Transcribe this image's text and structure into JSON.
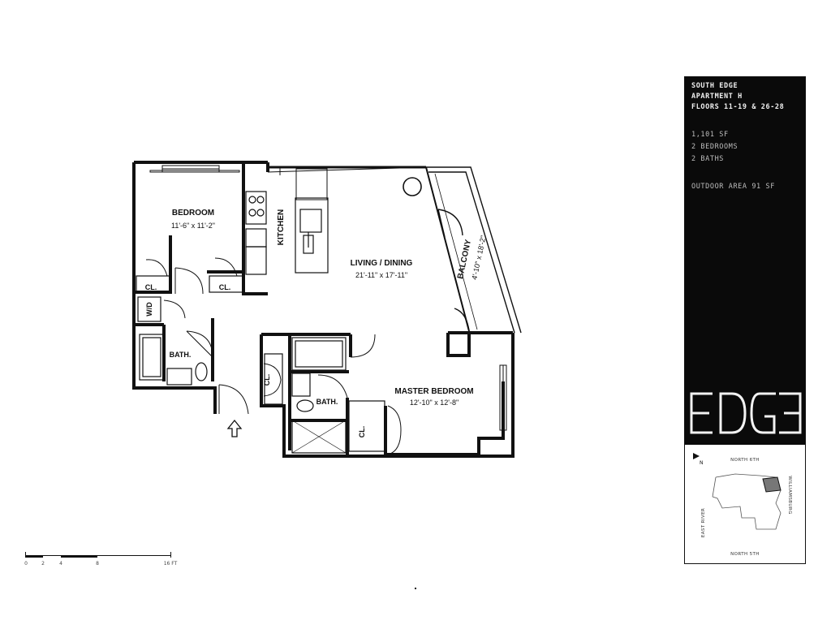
{
  "rooms": {
    "bedroom": {
      "name": "BEDROOM",
      "size": "11'-6\" x 11'-2\""
    },
    "kitchen": {
      "name": "KITCHEN"
    },
    "living_dining": {
      "name": "LIVING / DINING",
      "size": "21'-11\" x 17'-11\""
    },
    "balcony": {
      "name": "BALCONY",
      "size": "4'-10\" x 18'-2\""
    },
    "master_bedroom": {
      "name": "MASTER BEDROOM",
      "size": "12'-10\" x 12'-8\""
    },
    "bath_1": {
      "name": "BATH."
    },
    "bath_2": {
      "name": "BATH."
    },
    "closet_1": {
      "name": "CL."
    },
    "closet_2": {
      "name": "CL."
    },
    "closet_3": {
      "name": "CL."
    },
    "closet_4": {
      "name": "CL."
    },
    "washer_dryer": {
      "name": "W/D"
    }
  },
  "scale_bar": {
    "labels": [
      "0",
      "2",
      "4",
      "8",
      "16 FT"
    ]
  },
  "info_panel": {
    "building": "SOUTH EDGE",
    "unit": "APARTMENT H",
    "floors": "FLOORS 11-19 & 26-28",
    "area": "1,101 SF",
    "bedrooms": "2 BEDROOMS",
    "baths": "2 BATHS",
    "outdoor": "OUTDOOR AREA 91 SF",
    "logo_text": "EDGE"
  },
  "key_map": {
    "north_marker": "N",
    "streets": {
      "top": "NORTH 6TH",
      "bottom": "NORTH 5TH",
      "left": "EAST RIVER",
      "right": "WILLIAMSBURG"
    }
  }
}
